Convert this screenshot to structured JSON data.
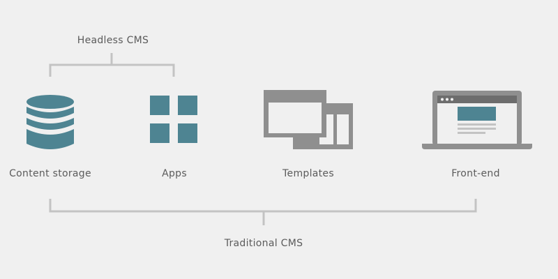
{
  "headless_label": "Headless CMS",
  "traditional_label": "Traditional CMS",
  "components": [
    {
      "label": "Content storage",
      "icon": "database-icon"
    },
    {
      "label": "Apps",
      "icon": "apps-grid-icon"
    },
    {
      "label": "Templates",
      "icon": "templates-windows-icon"
    },
    {
      "label": "Front-end",
      "icon": "laptop-icon"
    }
  ],
  "colors": {
    "background": "#f0f0f0",
    "teal": "#4e8492",
    "gray_icon": "#8f8f8f",
    "dark_gray": "#6d6d6d",
    "line": "#c3c3c3",
    "text": "#5b5b5b"
  }
}
